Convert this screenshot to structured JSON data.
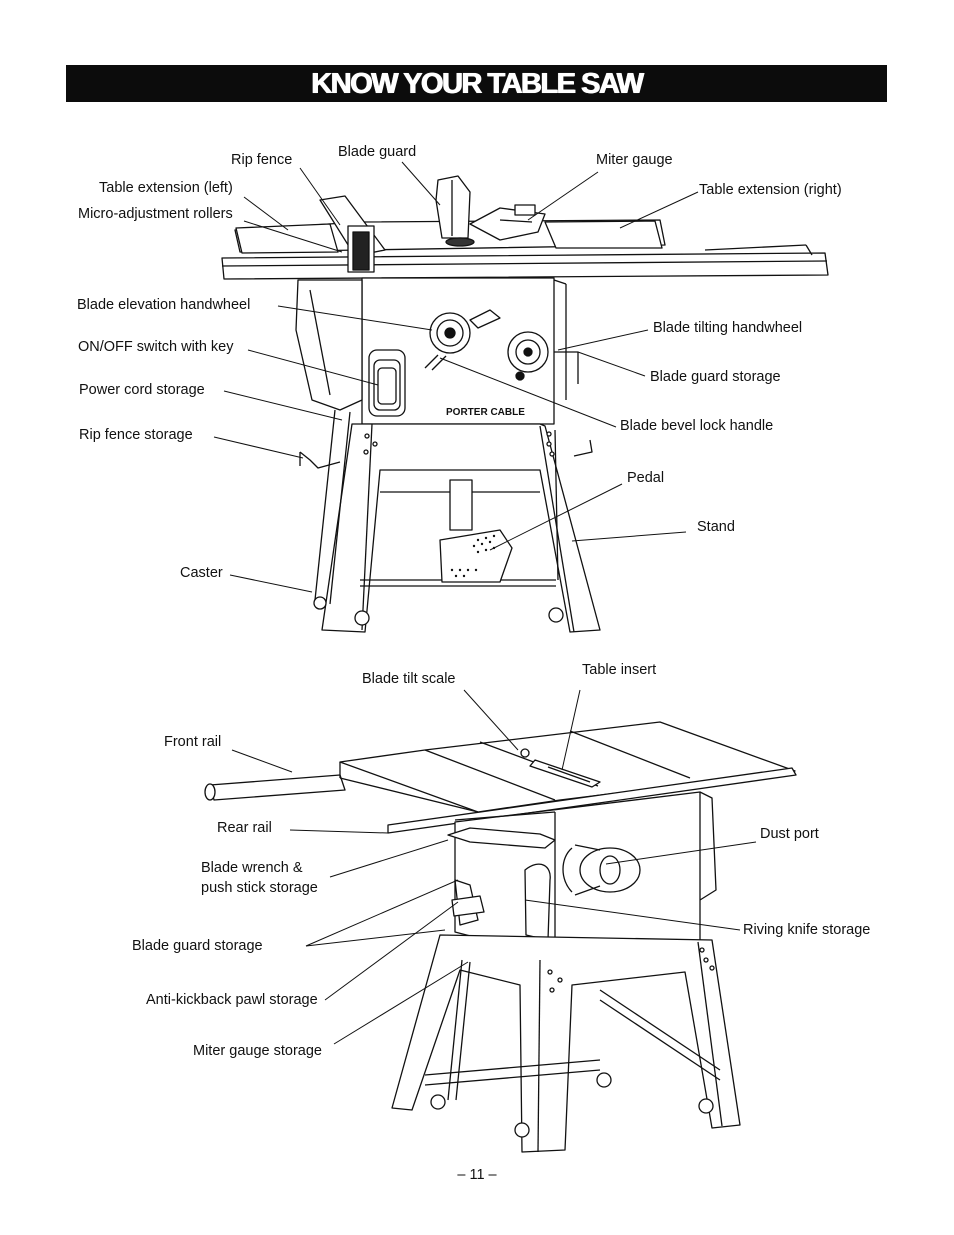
{
  "title": "KNOW YOUR TABLE SAW",
  "brand_logo": "PORTER CABLE",
  "figure_top": {
    "labels": {
      "rip_fence": "Rip fence",
      "blade_guard": "Blade guard",
      "miter_gauge": "Miter gauge",
      "table_extension_left": "Table extension (left)",
      "table_extension_right": "Table extension (right)",
      "micro_adjustment_rollers": "Micro-adjustment rollers",
      "blade_elevation_handwheel": "Blade elevation handwheel",
      "blade_tilting_handwheel": "Blade tilting handwheel",
      "on_off_switch": "ON/OFF switch with key",
      "blade_guard_storage": "Blade guard storage",
      "power_cord_storage": "Power cord storage",
      "blade_bevel_lock_handle": "Blade bevel lock handle",
      "rip_fence_storage": "Rip fence storage",
      "pedal": "Pedal",
      "stand": "Stand",
      "caster": "Caster"
    }
  },
  "figure_bottom": {
    "labels": {
      "blade_tilt_scale": "Blade tilt scale",
      "table_insert": "Table insert",
      "front_rail": "Front rail",
      "rear_rail": "Rear rail",
      "dust_port": "Dust port",
      "blade_wrench_storage": "Blade wrench & push stick storage",
      "riving_knife_storage": "Riving knife storage",
      "blade_guard_storage": "Blade guard storage",
      "anti_kickback_pawl_storage": "Anti-kickback pawl storage",
      "miter_gauge_storage": "Miter gauge storage"
    }
  },
  "page_number": "– 11 –"
}
